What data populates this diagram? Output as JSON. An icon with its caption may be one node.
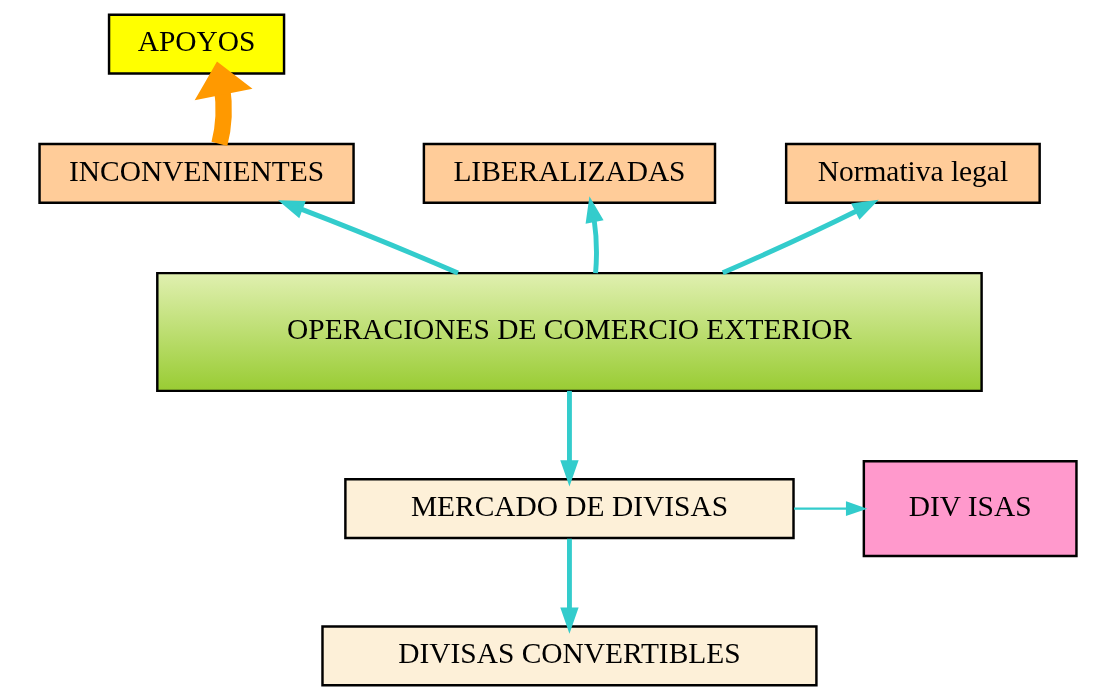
{
  "diagram": {
    "nodes": [
      {
        "text": [
          "APOYOS"
        ]
      },
      {
        "text": [
          "LIBERALIZADAS"
        ]
      },
      {
        "text": [
          "Normativa legal"
        ]
      },
      {
        "text": [
          "INCONVENIENTES"
        ]
      },
      {
        "text": [
          "OPERACIONES DE COMERCIO EXTERIOR"
        ]
      },
      {
        "text": [
          "MERCADO DE DIVISAS"
        ]
      },
      {
        "text": [
          "DIV ISAS"
        ]
      },
      {
        "text": [
          "DIVISAS CONVERTIBLES"
        ]
      }
    ],
    "edges": [
      {
        "from": 3,
        "to": 0,
        "arrow": "to",
        "style": "thick",
        "color": "#ff9900"
      },
      {
        "from": 4,
        "to": 1,
        "arrow": "to"
      },
      {
        "from": 4,
        "to": 2,
        "arrow": "to"
      },
      {
        "from": 4,
        "to": 3,
        "arrow": "to"
      },
      {
        "from": 4,
        "to": 5,
        "arrow": "to"
      },
      {
        "from": 5,
        "to": 6,
        "arrow": "to"
      },
      {
        "from": 5,
        "to": 7,
        "arrow": "to"
      }
    ]
  }
}
